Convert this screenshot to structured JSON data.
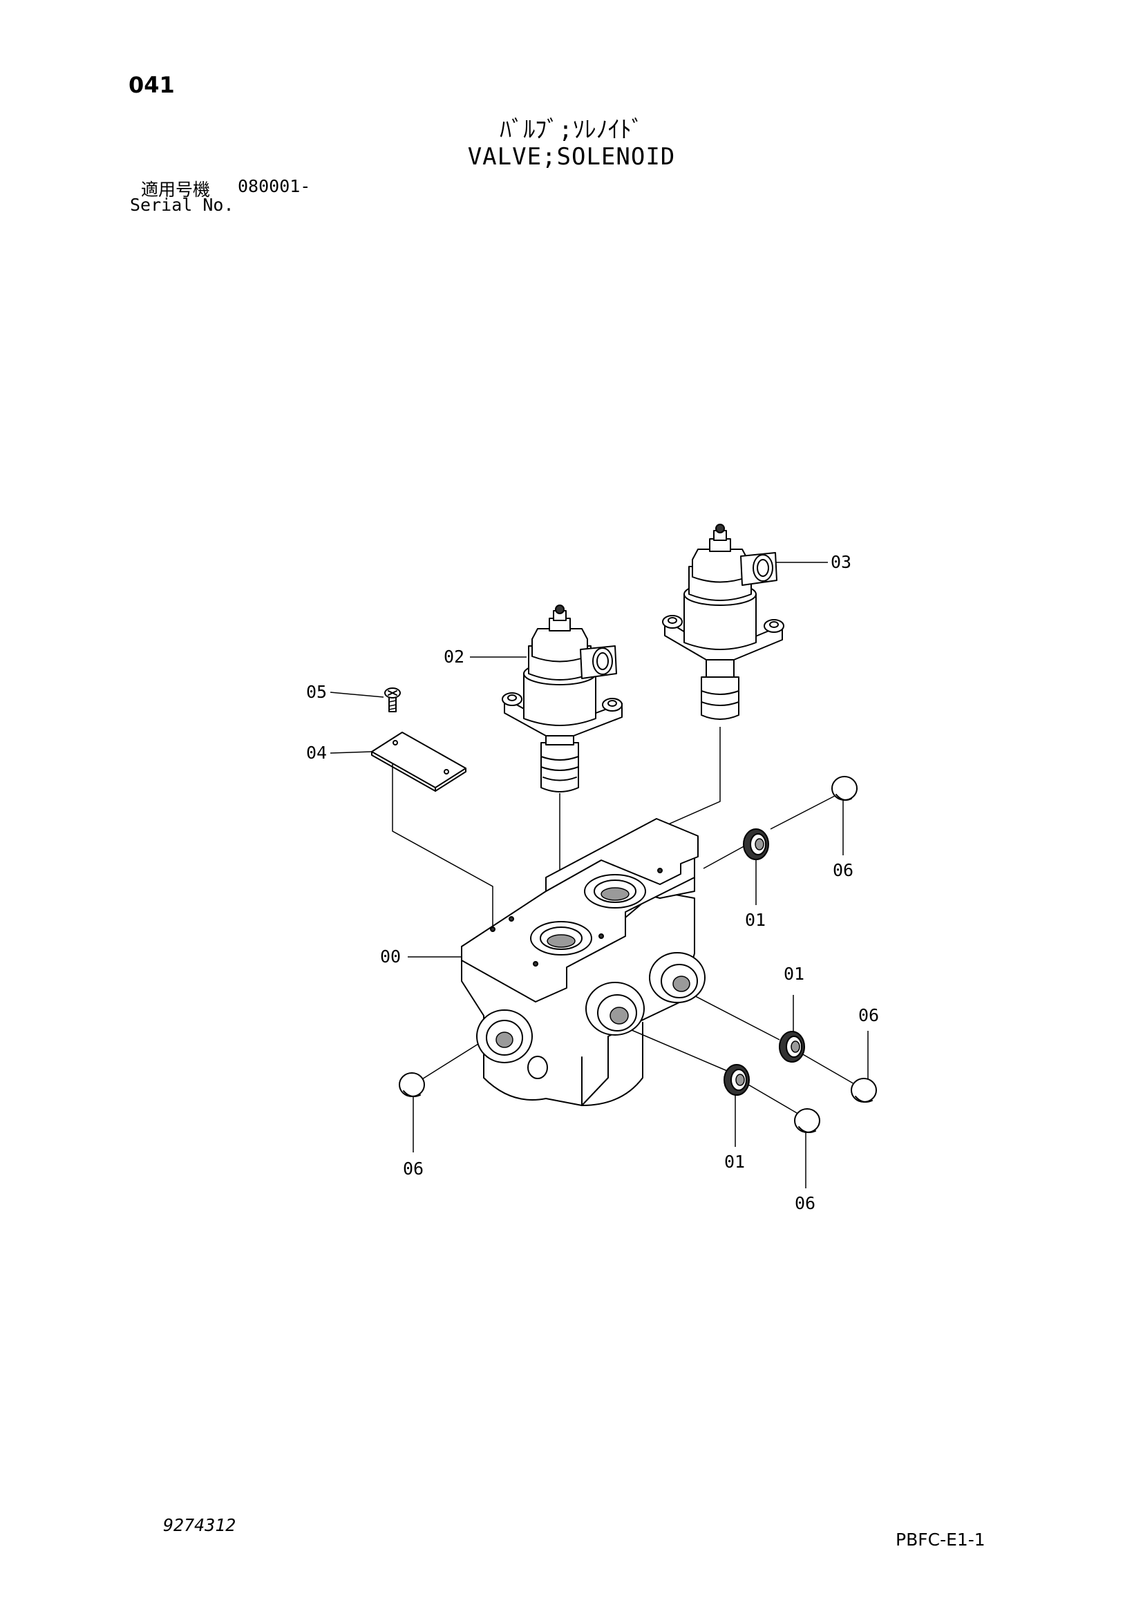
{
  "header": {
    "page_number": "041",
    "title_jp": "ﾊﾞﾙﾌﾞ;ｿﾚﾉｲﾄﾞ",
    "title_en": "VALVE;SOLENOID",
    "serial_label_jp": "適用号機",
    "serial_value": "080001-",
    "serial_label_en": "Serial No."
  },
  "diagram": {
    "callouts": {
      "body": "00",
      "plug_seal_top": "01",
      "plug_seal_mid": "01",
      "plug_seal_bottom": "01",
      "solenoid_valve_left": "02",
      "solenoid_valve_right": "03",
      "plate": "04",
      "screw": "05",
      "cap_top_right": "06",
      "cap_mid_right": "06",
      "cap_bottom_right": "06",
      "cap_left": "06"
    }
  },
  "footer": {
    "drawing_number": "9274312",
    "page_code": "PBFC-E1-1"
  }
}
